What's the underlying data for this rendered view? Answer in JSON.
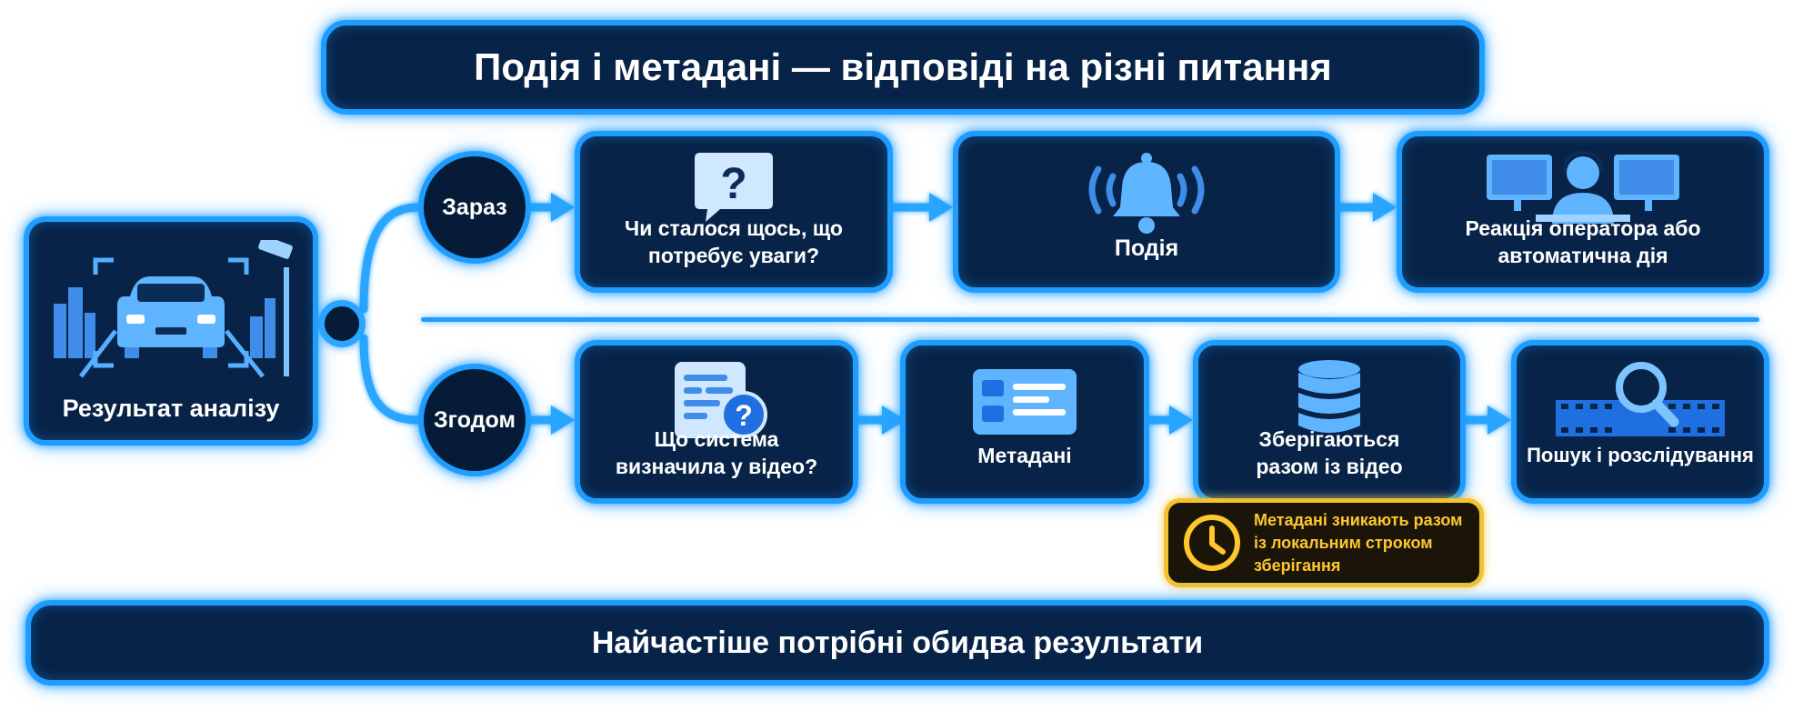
{
  "title": "Подія і метадані — відповіді на різні питання",
  "source": {
    "label": "Результат аналізу",
    "icon": "camera-car-detection-icon"
  },
  "branches": {
    "now": {
      "label": "Зараз",
      "steps": [
        {
          "label": "Чи сталося щось, що потребує уваги?",
          "icon": "question-bubble-icon"
        },
        {
          "label": "Подія",
          "icon": "bell-alert-icon"
        },
        {
          "label": "Реакція оператора або автоматична дія",
          "icon": "operator-monitors-icon"
        }
      ]
    },
    "later": {
      "label": "Згодом",
      "steps": [
        {
          "label": "Що система визначила у відео?",
          "icon": "document-question-icon"
        },
        {
          "label": "Метадані",
          "icon": "metadata-card-icon"
        },
        {
          "label": "Зберігаються разом із відео",
          "icon": "database-icon"
        },
        {
          "label": "Пошук і розслідування",
          "icon": "film-search-icon"
        }
      ]
    }
  },
  "note": {
    "text": "Метадані зникають разом із локальним строком зберігання",
    "icon": "clock-icon"
  },
  "footer": "Найчастіше потрібні обидва результати",
  "colors": {
    "background": "#ffffff",
    "box": "#082348",
    "glow": "#1f9dff",
    "accent_icon": "#4aa8ff",
    "note_border": "#f2c230",
    "note_text": "#ffc72c"
  }
}
